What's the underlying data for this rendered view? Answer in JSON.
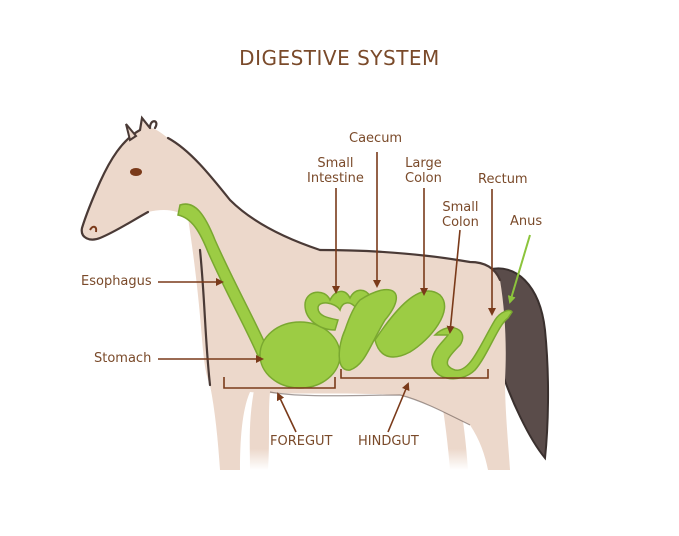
{
  "title": "DIGESTIVE SYSTEM",
  "labels": {
    "caecum": "Caecum",
    "small_intestine": [
      "Small",
      "Intestine"
    ],
    "large_colon": [
      "Large",
      "Colon"
    ],
    "rectum": "Rectum",
    "small_colon": [
      "Small",
      "Colon"
    ],
    "anus": "Anus",
    "esophagus": "Esophagus",
    "stomach": "Stomach",
    "foregut": "FOREGUT",
    "hindgut": "HINDGUT"
  },
  "colors": {
    "title": "#7a4a2a",
    "arrow": "#7a3a1a",
    "body": "#ecd8cb",
    "outline": "#4a3a36",
    "tract": "#9ccc44",
    "tract_edge": "#7aa830",
    "tail": "#5a4c4a",
    "anus_arrow": "#8cc43c"
  }
}
